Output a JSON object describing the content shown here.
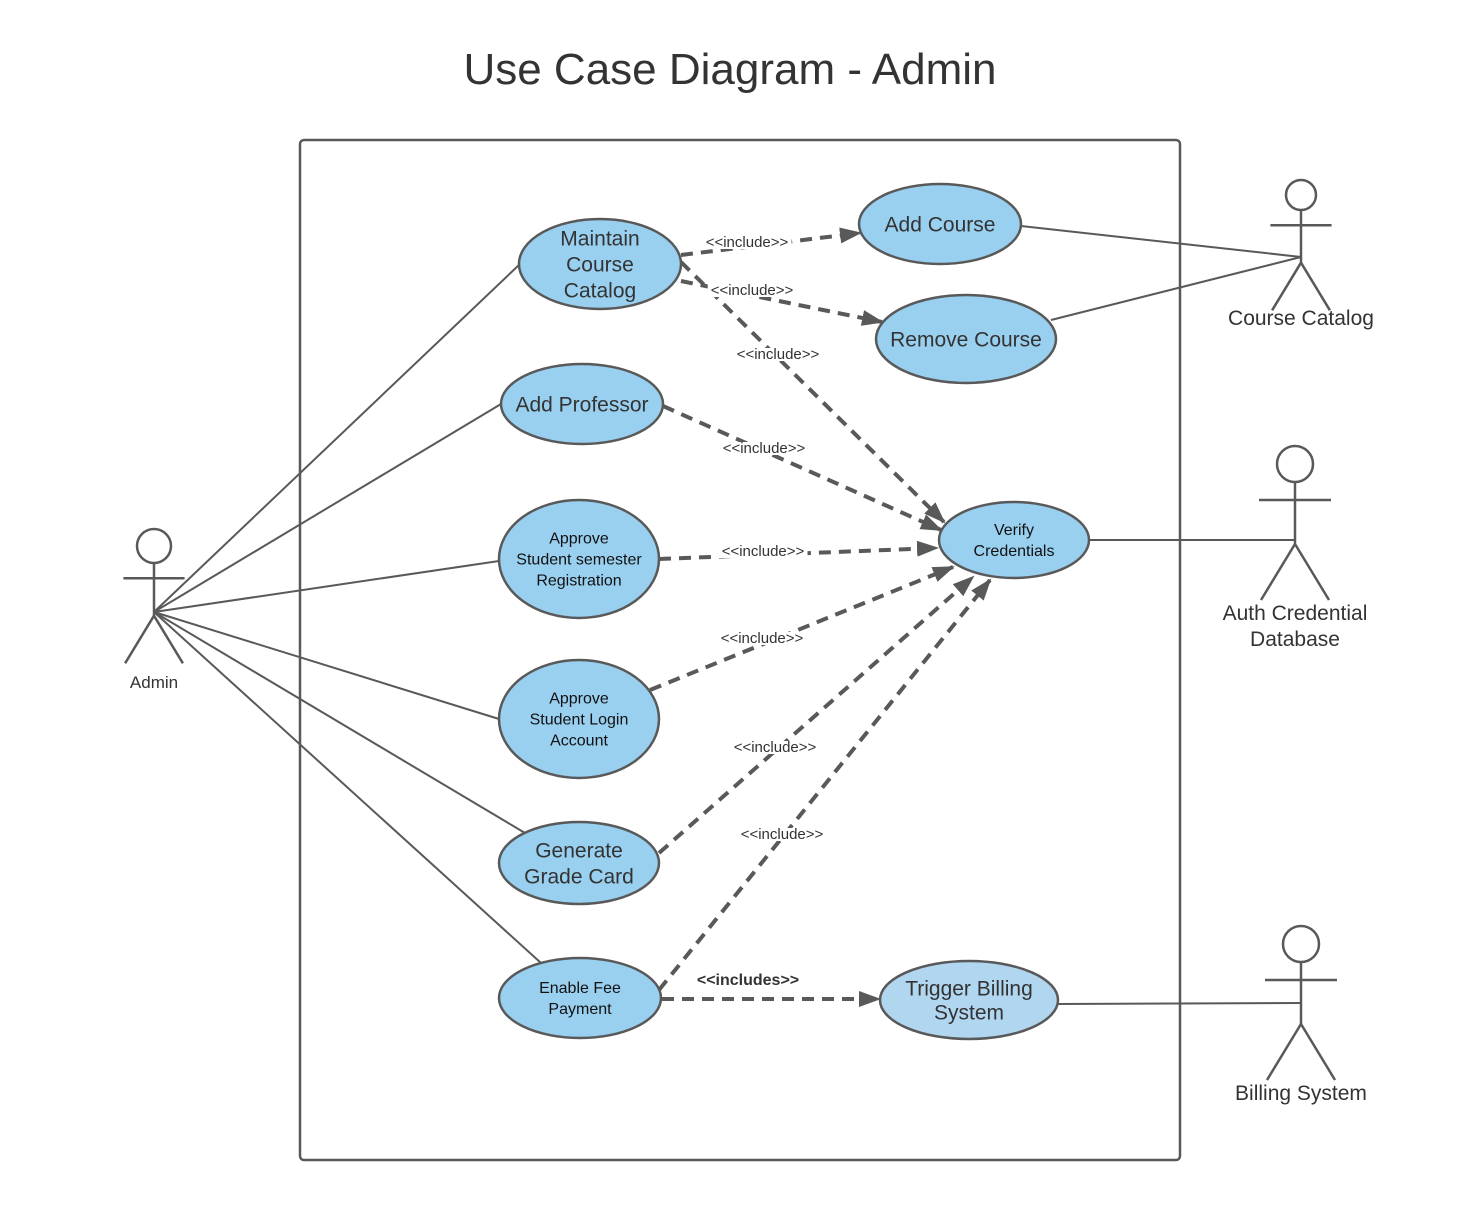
{
  "title": "Use Case Diagram - Admin",
  "colors": {
    "use_case_fill": "#99d0f0",
    "use_case_fill_alt": "#b1d6f0",
    "line": "#595959",
    "text": "#333333"
  },
  "actors": [
    {
      "id": "admin",
      "label_lines": [
        "Admin"
      ]
    },
    {
      "id": "course_catalog",
      "label_lines": [
        "Course Catalog"
      ]
    },
    {
      "id": "auth_db",
      "label_lines": [
        "Auth Credential",
        "Database"
      ]
    },
    {
      "id": "billing",
      "label_lines": [
        "Billing System"
      ]
    }
  ],
  "use_cases": [
    {
      "id": "maintain",
      "lines": [
        "Maintain",
        "Course",
        "Catalog"
      ]
    },
    {
      "id": "add_course",
      "lines": [
        "Add Course"
      ]
    },
    {
      "id": "remove_course",
      "lines": [
        "Remove Course"
      ]
    },
    {
      "id": "add_prof",
      "lines": [
        "Add Professor"
      ]
    },
    {
      "id": "verify",
      "lines": [
        "Verify",
        "Credentials"
      ]
    },
    {
      "id": "approve_reg",
      "lines": [
        "Approve",
        "Student semester",
        "Registration"
      ]
    },
    {
      "id": "approve_login",
      "lines": [
        "Approve",
        "Student Login",
        "Account"
      ]
    },
    {
      "id": "grade",
      "lines": [
        "Generate",
        "Grade Card"
      ]
    },
    {
      "id": "fee",
      "lines": [
        "Enable Fee",
        "Payment"
      ]
    },
    {
      "id": "billing_uc",
      "lines": [
        "Trigger Billing",
        "System"
      ]
    }
  ],
  "associations": [
    {
      "from": "admin",
      "to": "maintain"
    },
    {
      "from": "admin",
      "to": "add_prof"
    },
    {
      "from": "admin",
      "to": "approve_reg"
    },
    {
      "from": "admin",
      "to": "approve_login"
    },
    {
      "from": "admin",
      "to": "grade"
    },
    {
      "from": "admin",
      "to": "fee"
    },
    {
      "from": "add_course",
      "to": "course_catalog"
    },
    {
      "from": "remove_course",
      "to": "course_catalog"
    },
    {
      "from": "verify",
      "to": "auth_db"
    },
    {
      "from": "billing_uc",
      "to": "billing"
    }
  ],
  "includes": [
    {
      "from": "maintain",
      "to": "add_course",
      "label": "<<include>>"
    },
    {
      "from": "maintain",
      "to": "remove_course",
      "label": "<<include>>"
    },
    {
      "from": "maintain",
      "to": "verify",
      "label": "<<include>>"
    },
    {
      "from": "add_prof",
      "to": "verify",
      "label": "<<include>>"
    },
    {
      "from": "approve_reg",
      "to": "verify",
      "label": "<<include>>"
    },
    {
      "from": "approve_login",
      "to": "verify",
      "label": "<<include>>"
    },
    {
      "from": "grade",
      "to": "verify",
      "label": "<<include>>"
    },
    {
      "from": "fee",
      "to": "verify",
      "label": "<<include>>"
    },
    {
      "from": "fee",
      "to": "billing_uc",
      "label": "<<includes>>"
    }
  ]
}
